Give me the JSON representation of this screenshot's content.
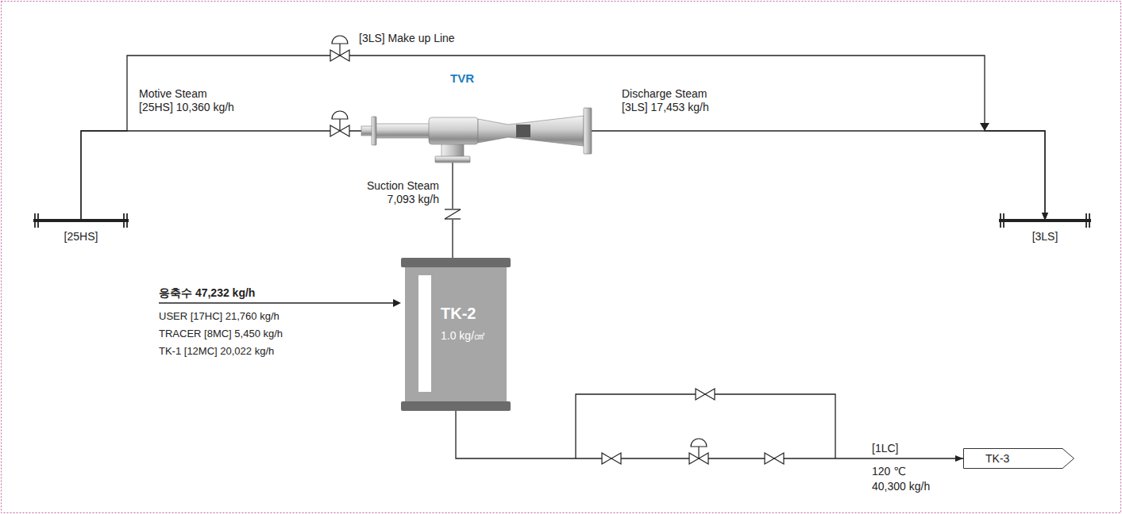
{
  "diagram": {
    "nodes": [
      {
        "text": [
          "[25HS]"
        ]
      },
      {
        "text": [
          "TVR"
        ]
      },
      {
        "text": [
          "[3LS]"
        ]
      },
      {
        "text": [
          "TK-2",
          "1.0 kg/㎠"
        ]
      },
      {
        "text": [
          "TK-3"
        ]
      }
    ],
    "edges": [
      {
        "from": 0,
        "to": 1,
        "arrow": "none",
        "label": "Motive Steam [25HS] 10,360 kg/h"
      },
      {
        "from": 0,
        "to": 2,
        "arrow": "to",
        "label": "[3LS] Make up Line"
      },
      {
        "from": 1,
        "to": 2,
        "arrow": "to",
        "label": "Discharge Steam [3LS] 17,453 kg/h"
      },
      {
        "from": 3,
        "to": 1,
        "arrow": "none",
        "label": "Suction Steam 7,093 kg/h"
      },
      {
        "from": 3,
        "to": 4,
        "arrow": "to",
        "label": "[1LC]"
      }
    ],
    "labels": [
      "응축수 47,232 kg/h",
      "USER [17HC] 21,760 kg/h",
      "TRACER [8MC] 5,450 kg/h",
      "TK-1 [12MC] 20,022 kg/h",
      "120 ℃",
      "40,300 kg/h"
    ]
  }
}
